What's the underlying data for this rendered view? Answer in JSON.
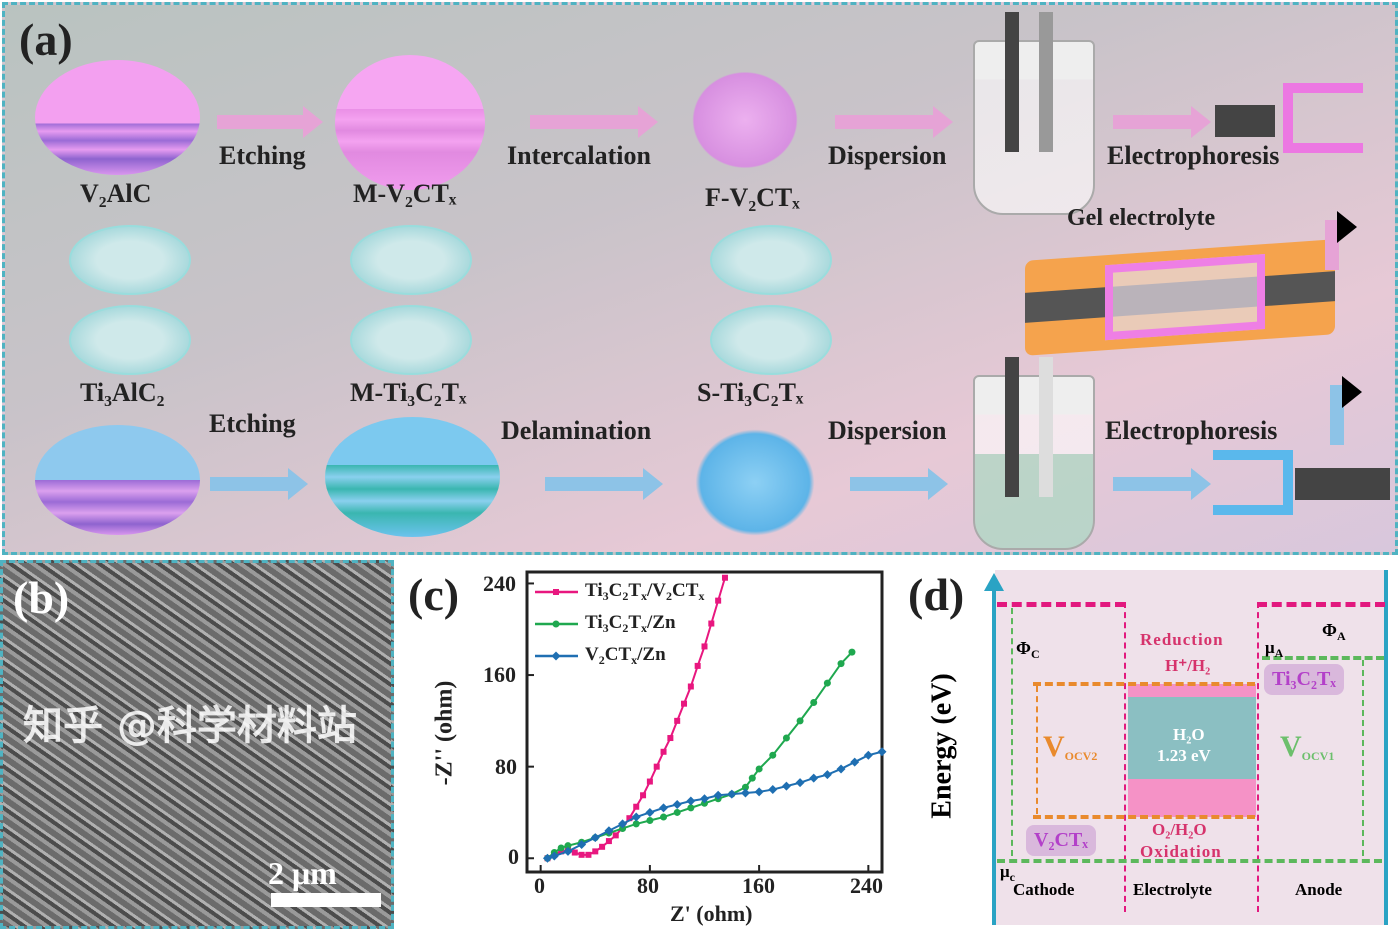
{
  "panel_a": {
    "letter": "(a)",
    "top_row": {
      "material_1": "V₂AlC",
      "step_1": "Etching",
      "material_2": "M-V₂CTₓ",
      "step_2": "Intercalation",
      "material_3": "F-V₂CTₓ",
      "step_3": "Dispersion",
      "step_4": "Electrophoresis"
    },
    "center_label": "Gel electrolyte",
    "bottom_row": {
      "material_1": "Ti₃AlC₂",
      "step_1": "Etching",
      "material_2": "M-Ti₃C₂Tₓ",
      "step_2": "Delamination",
      "material_3": "S-Ti₃C₂Tₓ",
      "step_3": "Dispersion",
      "step_4": "Electrophoresis"
    },
    "colors": {
      "pink_flow": "#e6a3d6",
      "blue_flow": "#8dc3e7",
      "v2ctx": "#f08ee6",
      "ti3c2tx": "#6cc3ee"
    }
  },
  "panel_b": {
    "letter": "(b)",
    "scale_bar": "2 μm"
  },
  "panel_c": {
    "letter": "(c)"
  },
  "chart_data": {
    "type": "line",
    "xlabel": "Z' (ohm)",
    "ylabel": "-Z'' (ohm)",
    "xlim": [
      -10,
      250
    ],
    "ylim": [
      -12,
      250
    ],
    "xticks": [
      "0",
      "80",
      "160",
      "240"
    ],
    "yticks": [
      "0",
      "80",
      "160",
      "240"
    ],
    "legend_position": "top-left",
    "series": [
      {
        "name": "Ti3C2Tx/V2CTx",
        "color": "#e8177f",
        "marker": "square",
        "x": [
          5,
          10,
          15,
          20,
          25,
          30,
          35,
          40,
          45,
          50,
          55,
          60,
          65,
          70,
          75,
          80,
          85,
          90,
          95,
          100,
          105,
          110,
          115,
          120,
          125,
          130,
          135
        ],
        "y": [
          0,
          3,
          6,
          7,
          5,
          3,
          3,
          6,
          10,
          15,
          20,
          27,
          35,
          45,
          55,
          67,
          80,
          93,
          105,
          120,
          135,
          150,
          168,
          185,
          205,
          225,
          245
        ]
      },
      {
        "name": "Ti3C2Tx/Zn",
        "color": "#1fa84f",
        "marker": "circle",
        "x": [
          5,
          10,
          15,
          20,
          30,
          40,
          50,
          60,
          70,
          80,
          90,
          100,
          110,
          120,
          130,
          140,
          150,
          155,
          160,
          170,
          180,
          190,
          200,
          210,
          220,
          228
        ],
        "y": [
          0,
          5,
          9,
          11,
          14,
          18,
          22,
          26,
          30,
          33,
          36,
          40,
          44,
          48,
          52,
          56,
          62,
          70,
          78,
          90,
          105,
          120,
          136,
          153,
          170,
          180
        ]
      },
      {
        "name": "V2CTx/Zn",
        "color": "#1f6fb2",
        "marker": "diamond",
        "x": [
          5,
          10,
          20,
          30,
          40,
          50,
          60,
          70,
          80,
          90,
          100,
          110,
          120,
          130,
          140,
          150,
          160,
          170,
          180,
          190,
          200,
          210,
          220,
          230,
          240,
          250
        ],
        "y": [
          0,
          2,
          6,
          12,
          18,
          24,
          30,
          36,
          40,
          44,
          47,
          50,
          52,
          55,
          56,
          57,
          58,
          60,
          63,
          66,
          70,
          73,
          78,
          84,
          90,
          93
        ]
      }
    ],
    "legend_labels": [
      {
        "main": "Ti",
        "parts": [
          "Ti",
          "3",
          "C",
          "2",
          "T",
          "x",
          "/V",
          "2",
          "CT",
          "x"
        ]
      },
      {
        "parts": [
          "Ti",
          "3",
          "C",
          "2",
          "T",
          "x",
          "/Zn"
        ]
      },
      {
        "parts": [
          "V",
          "2",
          "CT",
          "x",
          "/Zn"
        ]
      }
    ]
  },
  "panel_d": {
    "letter": "(d)",
    "ylabel": "Energy (eV)",
    "phi_c": "Φ",
    "phi_c_sub": "C",
    "phi_a": "Φ",
    "phi_a_sub": "A",
    "mu_a": "μ",
    "mu_a_sub": "A",
    "mu_c": "μ",
    "mu_c_sub": "c",
    "reduction": "Reduction",
    "reduction_couple": "H⁺/H₂",
    "water": "H₂O",
    "water_gap": "1.23 eV",
    "oxidation_couple": "O₂/H₂O",
    "oxidation": "Oxidation",
    "vocv2": "V",
    "vocv2_sub": "OCV2",
    "vocv1": "V",
    "vocv1_sub": "OCV1",
    "anode_material": "Ti₃C₂Tₓ",
    "cathode_material": "V₂CTₓ",
    "cathode": "Cathode",
    "electrolyte": "Electrolyte",
    "anode": "Anode",
    "watermark": "知乎 @科学材料站"
  }
}
